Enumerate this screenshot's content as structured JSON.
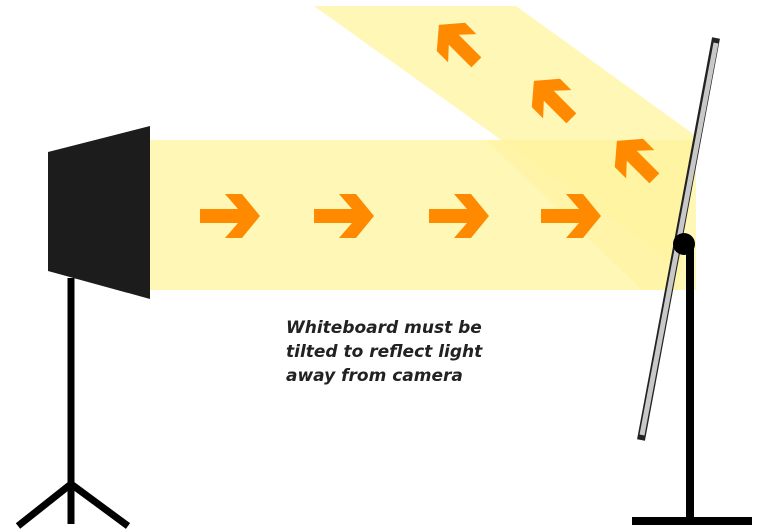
{
  "caption": {
    "lines": [
      "Whiteboard must be",
      "tilted to reflect light",
      "away from camera"
    ]
  },
  "colors": {
    "background": "#ffffff",
    "light_beam": "#fff6a8",
    "arrow": "#ff8a00",
    "light_head": "#1c1c1c",
    "stand": "#000000",
    "whiteboard": "#c8c8c8",
    "whiteboard_outline": "#222222"
  },
  "icons": {
    "incident_arrow": "right-arrow-icon",
    "reflected_arrow": "up-left-arrow-icon"
  }
}
